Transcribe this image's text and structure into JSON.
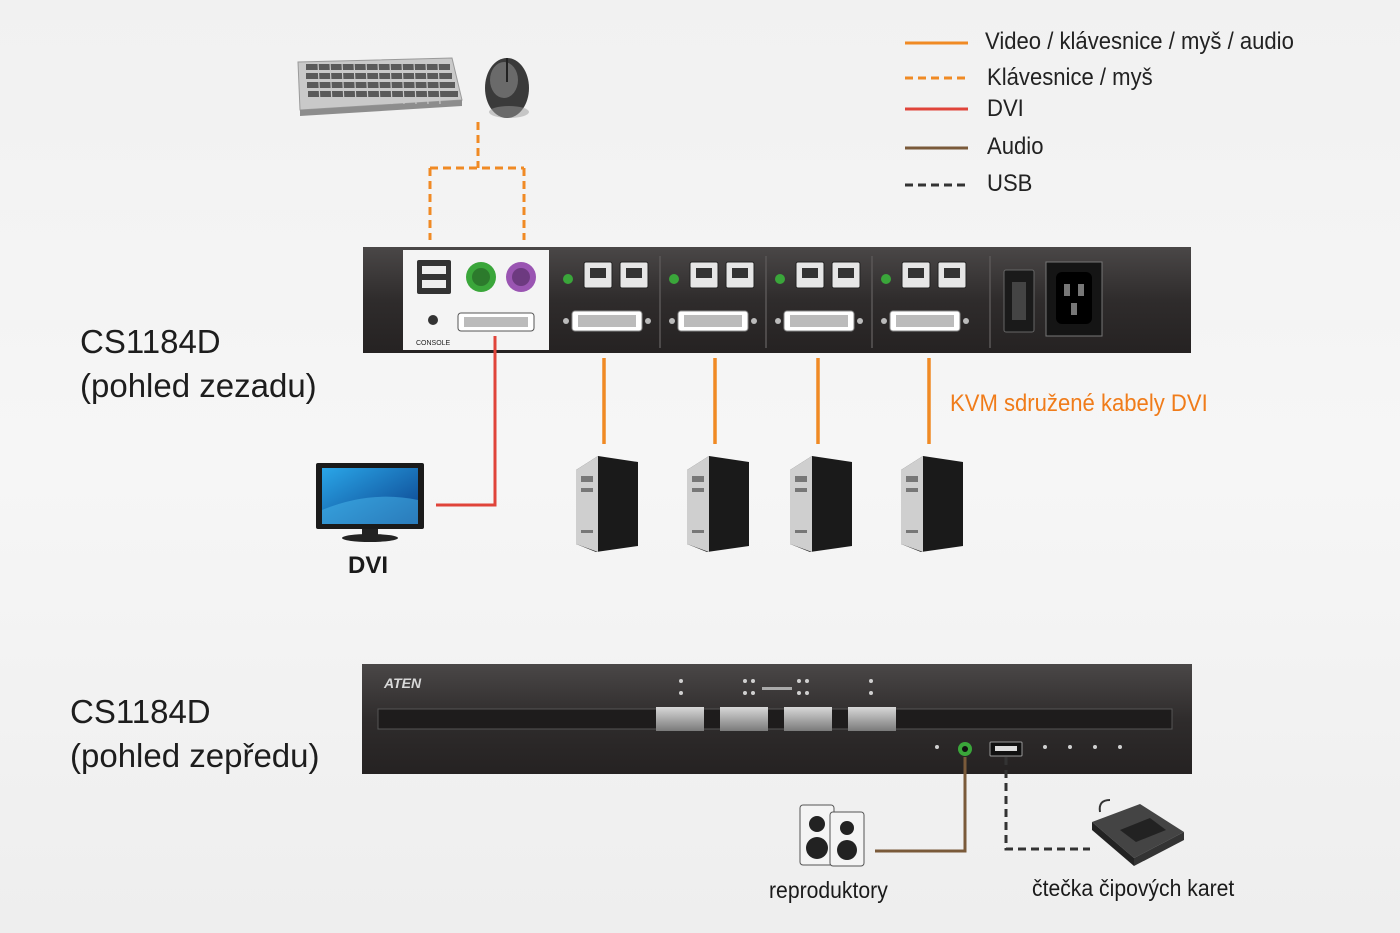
{
  "legend": {
    "video_kb_mouse_audio": "Video / klávesnice / myš / audio",
    "kb_mouse": "Klávesnice / myš",
    "dvi": "DVI",
    "audio": "Audio",
    "usb": "USB"
  },
  "rear_view": {
    "model": "CS1184D",
    "caption": "(pohled zezadu)",
    "console_label": "CONSOLE"
  },
  "front_view": {
    "model": "CS1184D",
    "caption": "(pohled zepředu)",
    "brand": "ATEN"
  },
  "kvm_cables_label": "KVM sdružené kabely DVI",
  "monitor_label": "DVI",
  "speakers_label": "reproduktory",
  "card_reader_label": "čtečka čipových karet",
  "colors": {
    "video_line": "#f08a24",
    "kb_mouse_line": "#f08a24",
    "dvi_line": "#e0443a",
    "audio_line": "#7a5a3a",
    "usb_line": "#333333",
    "kvm_text": "#f07c1a"
  },
  "icons": [
    "keyboard-icon",
    "mouse-icon",
    "monitor-icon",
    "computer-icon",
    "speakers-icon",
    "card-reader-icon"
  ]
}
